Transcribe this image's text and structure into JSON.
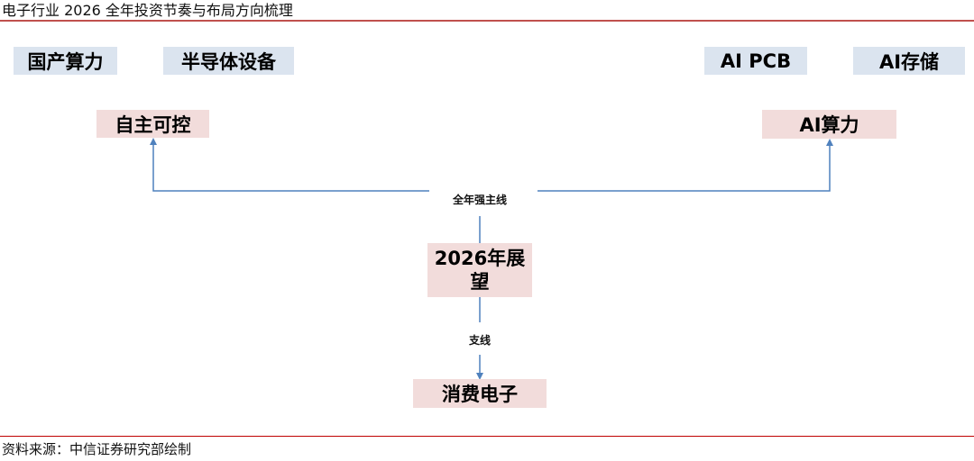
{
  "header": {
    "title": "电子行业 2026 全年投资节奏与布局方向梳理"
  },
  "diagram": {
    "center": {
      "label": "2026年展望"
    },
    "main_line_label": "全年强主线",
    "branch_line_label": "支线",
    "left_theme": {
      "label": "自主可控",
      "sub_items": [
        "国产算力",
        "半导体设备"
      ]
    },
    "right_theme": {
      "label": "AI算力",
      "sub_items": [
        "AI PCB",
        "AI存储"
      ]
    },
    "branch_theme": {
      "label": "消费电子"
    },
    "colors": {
      "sub_item_fill": "#dbe4ef",
      "theme_fill": "#f2dcdb",
      "connector": "#4f81bd",
      "header_rule": "#c0504d",
      "footer_rule": "#c00000"
    }
  },
  "footer": {
    "source": "资料来源：中信证券研究部绘制"
  }
}
